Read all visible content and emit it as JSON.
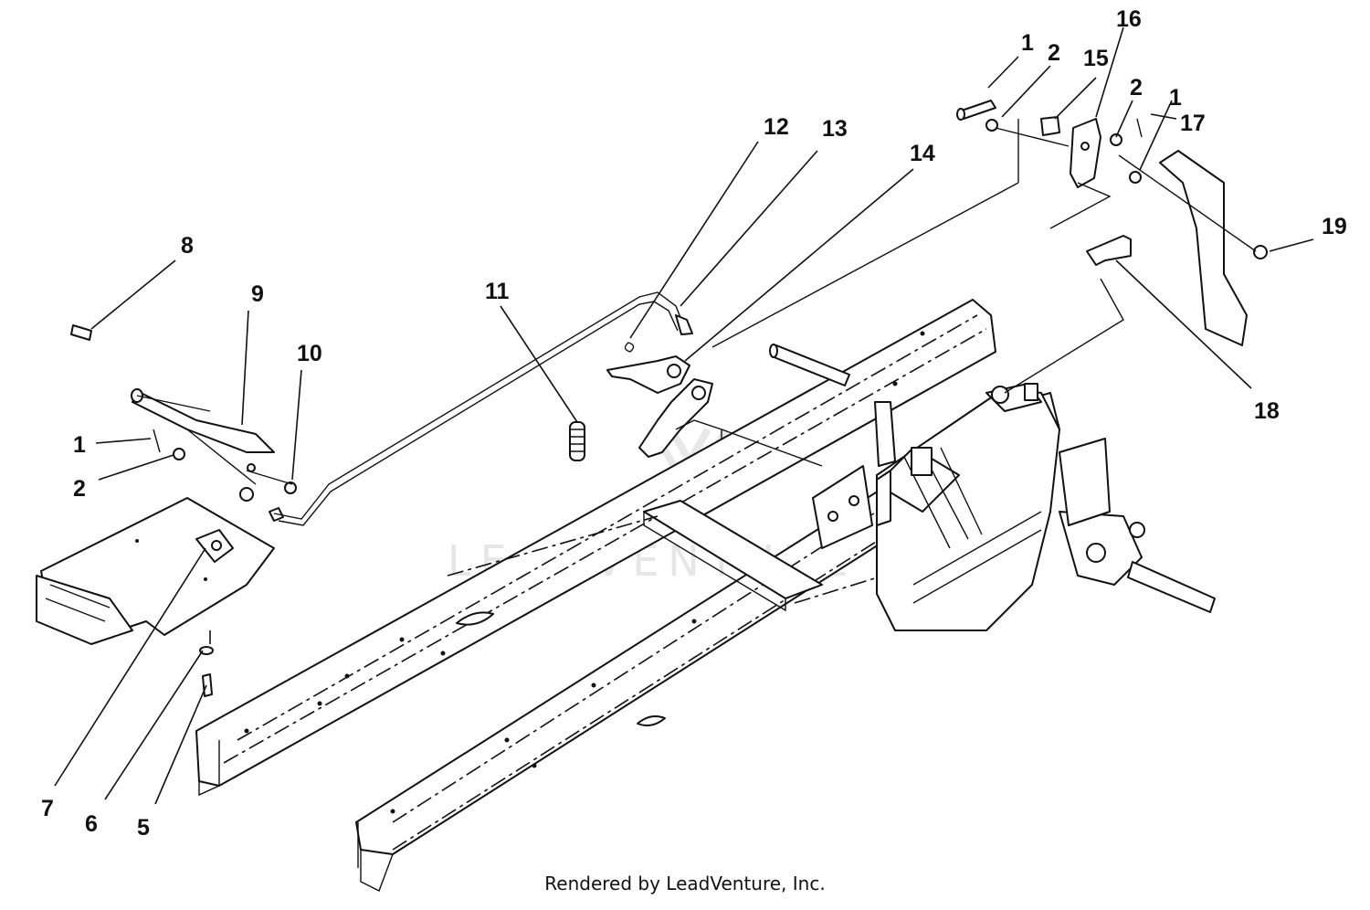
{
  "watermark": "LEADVENTURE",
  "footer_text": "Rendered by LeadVenture, Inc.",
  "callouts": {
    "c1_top": "1",
    "c2_top": "2",
    "c15": "15",
    "c16": "16",
    "c2_right": "2",
    "c1_right": "1",
    "c17": "17",
    "c19": "19",
    "c18": "18",
    "c12": "12",
    "c13": "13",
    "c14": "14",
    "c11": "11",
    "c8": "8",
    "c9": "9",
    "c10": "10",
    "c1_left": "1",
    "c2_left": "2",
    "c7": "7",
    "c6": "6",
    "c5": "5"
  }
}
